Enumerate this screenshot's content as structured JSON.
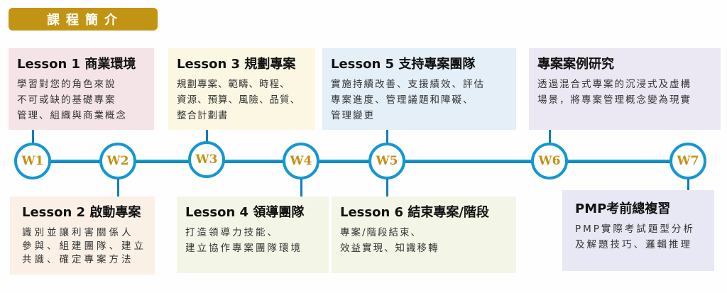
{
  "header": {
    "title": "課程簡介"
  },
  "colors": {
    "header_bg": "#c29414",
    "node_border": "#1597cf",
    "node_text": "#c48f14",
    "line": "#137dbd"
  },
  "nodes": [
    {
      "label": "W1"
    },
    {
      "label": "W2"
    },
    {
      "label": "W3"
    },
    {
      "label": "W4"
    },
    {
      "label": "W5"
    },
    {
      "label": "W6"
    },
    {
      "label": "W7"
    }
  ],
  "cards": {
    "lesson1": {
      "title": "Lesson 1 商業環境",
      "lines": [
        "學習對您的角色來說",
        "不可或缺的基礎專案",
        "管理、組織與商業概念"
      ]
    },
    "lesson2": {
      "title": "Lesson 2 啟動專案",
      "lines": [
        "識別並讓利害關係人",
        "參與、組建團隊、建立",
        "共識、確定專案方法"
      ]
    },
    "lesson3": {
      "title": "Lesson 3 規劃專案",
      "lines": [
        "規劃專案、範疇、時程、",
        "資源、預算、風險、品質、",
        "整合計劃書"
      ]
    },
    "lesson4": {
      "title": "Lesson 4 領導團隊",
      "lines": [
        "打造領導力技能、",
        "建立協作專案團隊環境"
      ]
    },
    "lesson5": {
      "title": "Lesson 5 支持專案團隊",
      "lines": [
        "實施持續改善、支援績效、評估",
        "專案進度、管理議題和障礙、",
        "管理變更"
      ]
    },
    "lesson6": {
      "title": "Lesson 6 結束專案/階段",
      "lines": [
        "專案/階段結束、",
        "效益實現、知識移轉"
      ]
    },
    "case": {
      "title": "專案案例研究",
      "lines": [
        "透過混合式專案的沉浸式及虛構",
        "場景，將專案管理概念變為現實"
      ]
    },
    "pmp": {
      "title": "PMP考前總複習",
      "lines": [
        "PMP實際考試題型分析",
        "及解題技巧、邏輯推理"
      ]
    }
  }
}
